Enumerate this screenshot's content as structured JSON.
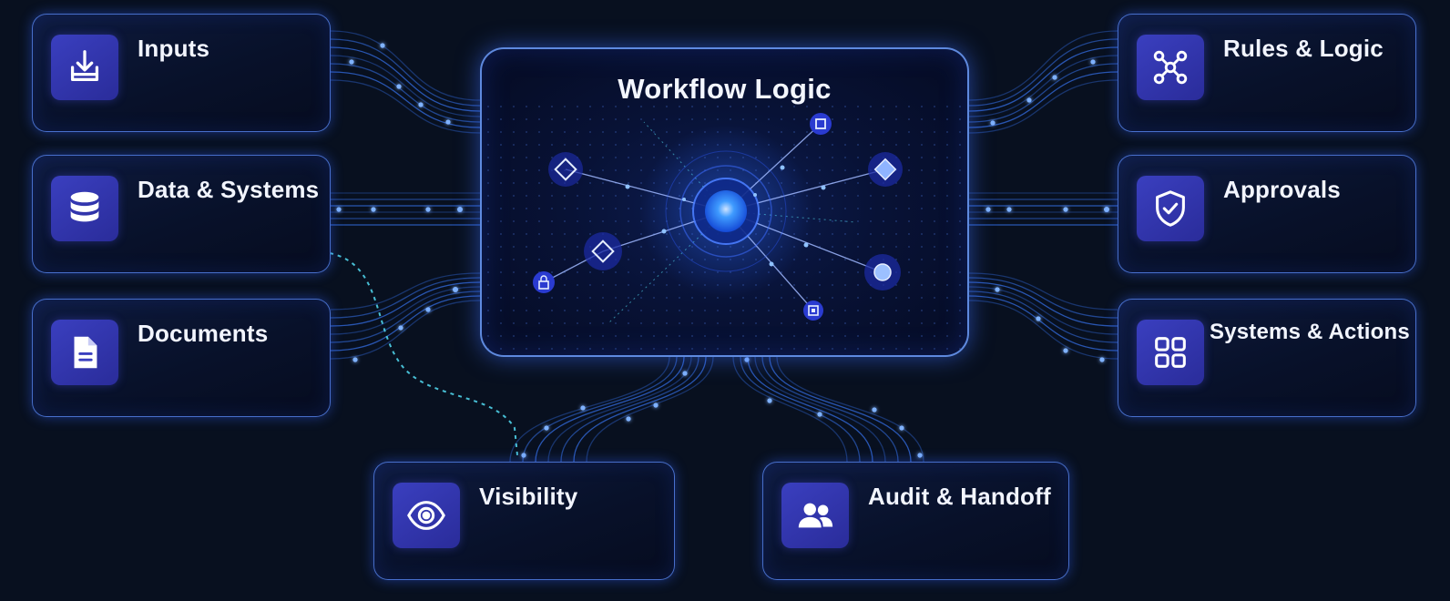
{
  "center": {
    "title": "Workflow Logic"
  },
  "cards": {
    "inputs": {
      "label": "Inputs",
      "icon": "download-tray-icon"
    },
    "data_systems": {
      "label": "Data & Systems",
      "icon": "database-icon"
    },
    "documents": {
      "label": "Documents",
      "icon": "document-icon"
    },
    "rules_logic": {
      "label": "Rules & Logic",
      "icon": "network-nodes-icon"
    },
    "approvals": {
      "label": "Approvals",
      "icon": "shield-check-icon"
    },
    "systems_actions": {
      "label": "Systems & Actions",
      "icon": "grid-apps-icon"
    },
    "visibility": {
      "label": "Visibility",
      "icon": "eye-icon"
    },
    "audit_handoff": {
      "label": "Audit & Handoff",
      "icon": "users-icon"
    }
  },
  "colors": {
    "background": "#08101f",
    "card_border": "#5c8eff",
    "icon_tile": "#3a3fbf",
    "glow": "#3b82ff",
    "accent_cyan": "#4fd1e8",
    "text": "#f2f5ff"
  }
}
